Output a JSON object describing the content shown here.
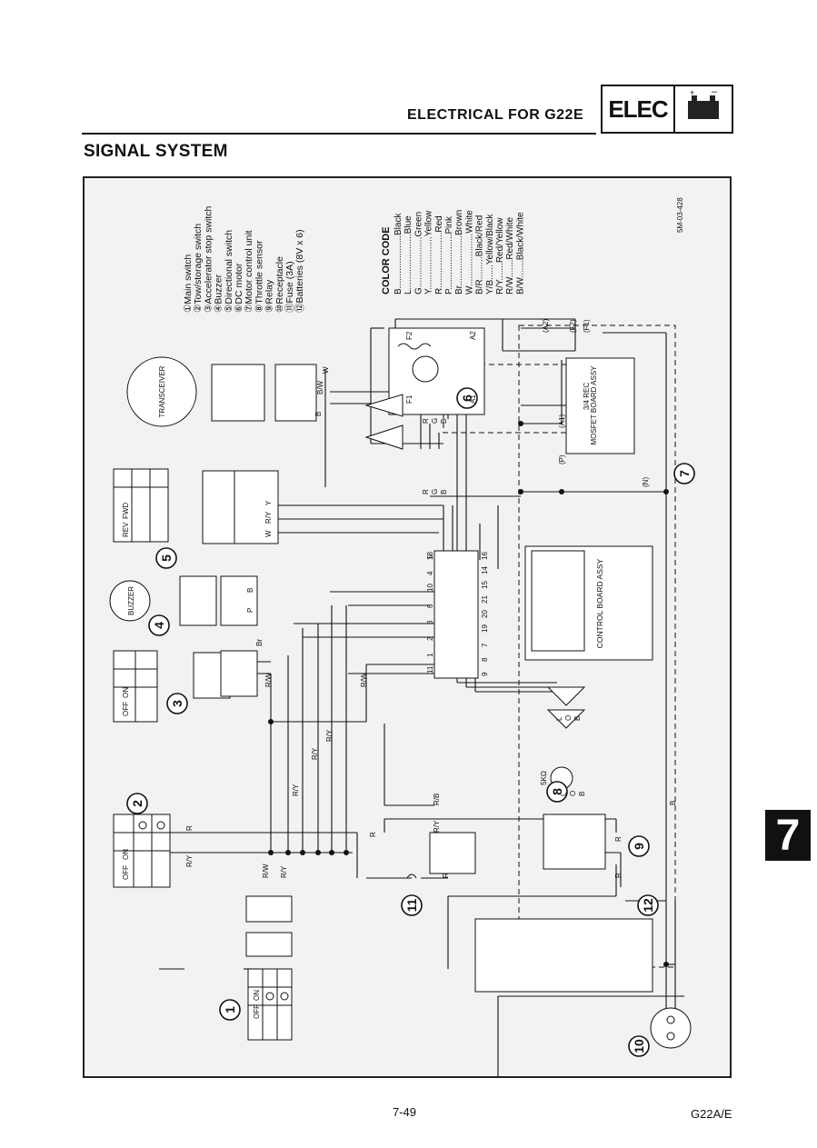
{
  "header": {
    "title": "ELECTRICAL FOR G22E",
    "tab": "ELEC"
  },
  "section_title": "SIGNAL SYSTEM",
  "chapter_tab": "7",
  "footer": {
    "page": "7-49",
    "model": "G22A/E"
  },
  "legend": {
    "items": [
      "①Main switch",
      "②Tow/storage switch",
      "③Accelerator stop switch",
      "④Buzzer",
      "⑤Directional switch",
      "⑥DC motor",
      "⑦Motor control unit",
      "⑧Throttle sensor",
      "⑨Relay",
      "⑩Receptacle",
      "⑪Fuse (3A)",
      "⑫Batteries (8V x 6)"
    ]
  },
  "color_code": {
    "title": "COLOR CODE",
    "entries": [
      "B.....................Black",
      "L......................Blue",
      "G....................Green",
      "Y.....................Yellow",
      "R......................Red",
      "P......................Pink",
      "Br....................Brown",
      "W.....................White",
      "B/R.........Black/Red",
      "Y/B......Yellow/Black",
      "R/Y.......Red/Yellow",
      "R/W.......Red/White",
      "B/W.......Black/White"
    ]
  },
  "drawing_code": "5M-03-428",
  "components": {
    "main_switch": {
      "number": "1",
      "positions": [
        "OFF",
        "ON"
      ],
      "wires": [
        "R/W",
        "R"
      ]
    },
    "tow_switch": {
      "number": "2",
      "positions": [
        "OFF",
        "ON"
      ],
      "wires": [
        "R",
        "R/Y"
      ]
    },
    "accel_switch": {
      "number": "3",
      "positions": [
        "OFF",
        "ON"
      ],
      "wires": [
        "Br",
        "R/W"
      ]
    },
    "buzzer": {
      "number": "4",
      "label": "BUZZER"
    },
    "directional_switch": {
      "number": "5",
      "positions": [
        "REV",
        "FWD"
      ],
      "wires": [
        "R/Y",
        "Y",
        "W"
      ]
    },
    "dc_motor": {
      "number": "6",
      "terminals": [
        "F1",
        "F2",
        "A1",
        "A2"
      ]
    },
    "motor_control_unit": {
      "number": "7"
    },
    "throttle_sensor": {
      "number": "8",
      "label": "5KΩ"
    },
    "relay": {
      "number": "9"
    },
    "receptacle": {
      "number": "10"
    },
    "fuse": {
      "number": "11"
    },
    "batteries": {
      "number": "12"
    },
    "transceiver": {
      "label": "TRANSCEIVER"
    },
    "mosfet": {
      "label": "MOSFET BOARD ASSY"
    },
    "control_board": {
      "label": "CONTROL BOARD ASSY"
    },
    "rec_label": "3/4 REC"
  },
  "wire_labels": {
    "R": "R",
    "RY": "R/Y",
    "RW": "R/W",
    "B": "B",
    "BW": "B/W",
    "W": "W",
    "Y": "Y",
    "Br": "Br",
    "P": "P",
    "L": "L",
    "G": "G",
    "O": "O",
    "RB": "R/B",
    "P_paren": "(P)",
    "A1_paren": "(A1)",
    "A2_paren": "(A2)",
    "F1_paren": "(F1)",
    "F2_paren": "(F2)",
    "N_paren": "(N)"
  },
  "connector_pins": {
    "top": [
      "11",
      "1",
      "2",
      "3",
      "6",
      "10",
      "4",
      "5"
    ],
    "bottom": [
      "9",
      "8",
      "7",
      "19",
      "20",
      "21",
      "15",
      "14",
      "16"
    ],
    "right": [
      "18"
    ]
  }
}
